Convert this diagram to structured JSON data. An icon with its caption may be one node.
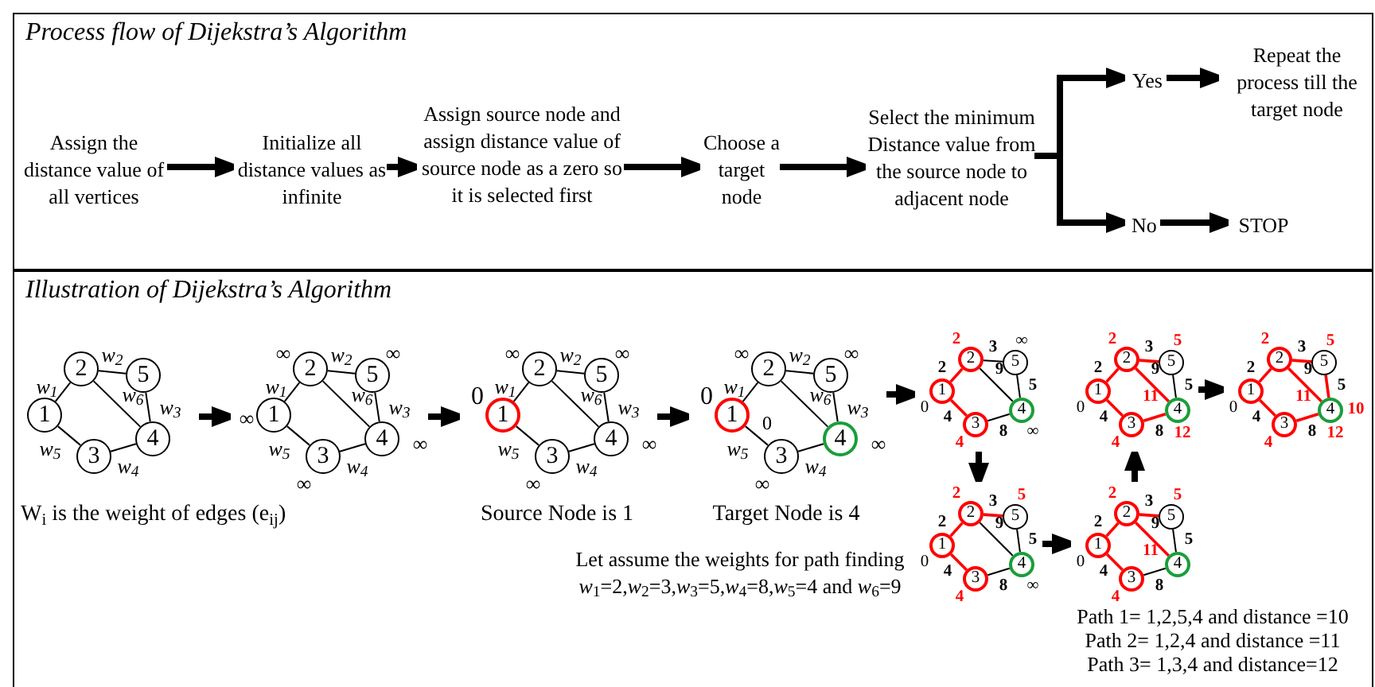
{
  "diagram": {
    "nodes": [
      {
        "text": [
          "Process flow of Dijekstra’s Algorithm"
        ]
      },
      {
        "text": [
          "Assign the distance value of all vertices"
        ],
        "in": 0
      },
      {
        "text": [
          "Initialize all distance values as infinite"
        ],
        "in": 0
      },
      {
        "text": [
          "Assign source node and assign distance value of source node as a zero so it is selected first"
        ],
        "in": 0
      },
      {
        "text": [
          "Choose a target node"
        ],
        "in": 0
      },
      {
        "text": [
          "Select the minimum Distance value from the source node to adjacent node"
        ],
        "in": 0
      },
      {
        "text": [
          "Yes"
        ],
        "in": 0
      },
      {
        "text": [
          "Repeat the process till the target node"
        ],
        "in": 0
      },
      {
        "text": [
          "No"
        ],
        "in": 0
      },
      {
        "text": [
          "STOP"
        ],
        "in": 0
      },
      {
        "text": [
          "Illustration of Dijekstra’s Algorithm"
        ]
      },
      {
        "text": [],
        "shape": "picture",
        "in": 10,
        "beside": [
          "W$_{i}$ is the weight of edges (e$_{ij}$)"
        ]
      },
      {
        "text": [
          "1"
        ],
        "in": 11
      },
      {
        "text": [
          "2"
        ],
        "in": 11
      },
      {
        "text": [
          "3"
        ],
        "in": 11
      },
      {
        "text": [
          "4"
        ],
        "in": 11
      },
      {
        "text": [
          "5"
        ],
        "in": 11
      },
      {
        "text": [],
        "shape": "picture",
        "in": 10
      },
      {
        "text": [
          "1"
        ],
        "in": 17,
        "beside": [
          "∞"
        ]
      },
      {
        "text": [
          "2"
        ],
        "in": 17,
        "beside": [
          "∞"
        ]
      },
      {
        "text": [
          "3"
        ],
        "in": 17,
        "beside": [
          "∞"
        ]
      },
      {
        "text": [
          "4"
        ],
        "in": 17,
        "beside": [
          "∞"
        ]
      },
      {
        "text": [
          "5"
        ],
        "in": 17,
        "beside": [
          "∞"
        ]
      },
      {
        "text": [],
        "shape": "picture",
        "in": 10,
        "beside": [
          "Source Node is 1"
        ]
      },
      {
        "text": [
          "1"
        ],
        "in": 23,
        "beside": [
          "0"
        ]
      },
      {
        "text": [
          "2"
        ],
        "in": 23,
        "beside": [
          "∞"
        ]
      },
      {
        "text": [
          "3"
        ],
        "in": 23,
        "beside": [
          "∞"
        ]
      },
      {
        "text": [
          "4"
        ],
        "in": 23,
        "beside": [
          "∞"
        ]
      },
      {
        "text": [
          "5"
        ],
        "in": 23,
        "beside": [
          "∞"
        ]
      },
      {
        "text": [],
        "shape": "picture",
        "in": 10,
        "beside": [
          "Target Node is 4"
        ]
      },
      {
        "text": [
          "1"
        ],
        "in": 29,
        "beside": [
          "0",
          "0"
        ]
      },
      {
        "text": [
          "2"
        ],
        "in": 29,
        "beside": [
          "∞"
        ]
      },
      {
        "text": [
          "3"
        ],
        "in": 29,
        "beside": [
          "∞"
        ]
      },
      {
        "text": [
          "4"
        ],
        "in": 29,
        "beside": [
          "∞"
        ]
      },
      {
        "text": [
          "5"
        ],
        "in": 29,
        "beside": [
          "∞"
        ]
      },
      {
        "text": [],
        "shape": "picture",
        "in": 10
      },
      {
        "text": [
          "1"
        ],
        "in": 35,
        "beside": [
          "0"
        ]
      },
      {
        "text": [
          "2"
        ],
        "in": 35,
        "beside": [
          "2"
        ]
      },
      {
        "text": [
          "3"
        ],
        "in": 35,
        "beside": [
          "4"
        ]
      },
      {
        "text": [
          "4"
        ],
        "in": 35,
        "beside": [
          "∞"
        ]
      },
      {
        "text": [
          "5"
        ],
        "in": 35,
        "beside": [
          "∞"
        ]
      },
      {
        "text": [],
        "shape": "picture",
        "in": 10
      },
      {
        "text": [
          "1"
        ],
        "in": 41,
        "beside": [
          "0"
        ]
      },
      {
        "text": [
          "2"
        ],
        "in": 41,
        "beside": [
          "2"
        ]
      },
      {
        "text": [
          "3"
        ],
        "in": 41,
        "beside": [
          "4"
        ]
      },
      {
        "text": [
          "4"
        ],
        "in": 41,
        "beside": [
          "11",
          "12"
        ]
      },
      {
        "text": [
          "5"
        ],
        "in": 41,
        "beside": [
          "5"
        ]
      },
      {
        "text": [],
        "shape": "picture",
        "in": 10
      },
      {
        "text": [
          "1"
        ],
        "in": 47,
        "beside": [
          "0"
        ]
      },
      {
        "text": [
          "2"
        ],
        "in": 47,
        "beside": [
          "2"
        ]
      },
      {
        "text": [
          "3"
        ],
        "in": 47,
        "beside": [
          "4"
        ]
      },
      {
        "text": [
          "4"
        ],
        "in": 47,
        "beside": [
          "11",
          "12",
          "10"
        ]
      },
      {
        "text": [
          "5"
        ],
        "in": 47,
        "beside": [
          "5"
        ]
      },
      {
        "text": [],
        "shape": "picture",
        "in": 10
      },
      {
        "text": [
          "1"
        ],
        "in": 53,
        "beside": [
          "0"
        ]
      },
      {
        "text": [
          "2"
        ],
        "in": 53,
        "beside": [
          "2"
        ]
      },
      {
        "text": [
          "3"
        ],
        "in": 53,
        "beside": [
          "4"
        ]
      },
      {
        "text": [
          "4"
        ],
        "in": 53,
        "beside": [
          "∞"
        ]
      },
      {
        "text": [
          "5"
        ],
        "in": 53,
        "beside": [
          "5"
        ]
      },
      {
        "text": [],
        "shape": "picture",
        "in": 10
      },
      {
        "text": [
          "1"
        ],
        "in": 59,
        "beside": [
          "0"
        ]
      },
      {
        "text": [
          "2"
        ],
        "in": 59,
        "beside": [
          "2"
        ]
      },
      {
        "text": [
          "3"
        ],
        "in": 59,
        "beside": [
          "4"
        ]
      },
      {
        "text": [
          "4"
        ],
        "in": 59,
        "beside": [
          "11"
        ]
      },
      {
        "text": [
          "5"
        ],
        "in": 59,
        "beside": [
          "5"
        ]
      }
    ],
    "edges": [
      {
        "from": 1,
        "to": 2,
        "arrow": "to",
        "style": "thick"
      },
      {
        "from": 2,
        "to": 3,
        "arrow": "to",
        "style": "thick"
      },
      {
        "from": 3,
        "to": 4,
        "arrow": "to",
        "style": "thick"
      },
      {
        "from": 4,
        "to": 5,
        "arrow": "to",
        "style": "thick"
      },
      {
        "from": 5,
        "to": 6,
        "arrow": "to",
        "style": "thick"
      },
      {
        "from": 6,
        "to": 7,
        "arrow": "to",
        "style": "thick"
      },
      {
        "from": 5,
        "to": 8,
        "arrow": "to",
        "style": "thick"
      },
      {
        "from": 8,
        "to": 9,
        "arrow": "to",
        "style": "thick"
      },
      {
        "from": 12,
        "to": 13,
        "arrow": "none",
        "label": "w$_{1}$"
      },
      {
        "from": 13,
        "to": 16,
        "arrow": "none",
        "label": "w$_{2}$"
      },
      {
        "from": 16,
        "to": 15,
        "arrow": "none",
        "label": "w$_{3}$"
      },
      {
        "from": 15,
        "to": 14,
        "arrow": "none",
        "label": "w$_{4}$"
      },
      {
        "from": 14,
        "to": 12,
        "arrow": "none",
        "label": "w$_{5}$"
      },
      {
        "from": 13,
        "to": 15,
        "arrow": "none",
        "label": "w$_{6}$"
      },
      {
        "from": 18,
        "to": 19,
        "arrow": "none",
        "label": "w$_{1}$"
      },
      {
        "from": 19,
        "to": 22,
        "arrow": "none",
        "label": "w$_{2}$"
      },
      {
        "from": 22,
        "to": 21,
        "arrow": "none",
        "label": "w$_{3}$"
      },
      {
        "from": 21,
        "to": 20,
        "arrow": "none",
        "label": "w$_{4}$"
      },
      {
        "from": 20,
        "to": 18,
        "arrow": "none",
        "label": "w$_{5}$"
      },
      {
        "from": 19,
        "to": 21,
        "arrow": "none",
        "label": "w$_{6}$"
      },
      {
        "from": 24,
        "to": 25,
        "arrow": "none",
        "label": "w$_{1}$"
      },
      {
        "from": 25,
        "to": 28,
        "arrow": "none",
        "label": "w$_{2}$"
      },
      {
        "from": 28,
        "to": 27,
        "arrow": "none",
        "label": "w$_{3}$"
      },
      {
        "from": 27,
        "to": 26,
        "arrow": "none",
        "label": "w$_{4}$"
      },
      {
        "from": 26,
        "to": 24,
        "arrow": "none",
        "label": "w$_{5}$"
      },
      {
        "from": 25,
        "to": 27,
        "arrow": "none",
        "label": "w$_{6}$"
      },
      {
        "from": 30,
        "to": 31,
        "arrow": "none",
        "label": "w$_{1}$"
      },
      {
        "from": 31,
        "to": 34,
        "arrow": "none",
        "label": "w$_{2}$"
      },
      {
        "from": 34,
        "to": 33,
        "arrow": "none",
        "label": "w$_{3}$"
      },
      {
        "from": 33,
        "to": 32,
        "arrow": "none",
        "label": "w$_{4}$"
      },
      {
        "from": 32,
        "to": 30,
        "arrow": "none",
        "label": "w$_{5}$"
      },
      {
        "from": 31,
        "to": 33,
        "arrow": "none",
        "label": "w$_{6}$"
      },
      {
        "from": 36,
        "to": 37,
        "arrow": "none",
        "label": "2",
        "color": "#ff0000"
      },
      {
        "from": 37,
        "to": 40,
        "arrow": "none",
        "label": "3"
      },
      {
        "from": 40,
        "to": 39,
        "arrow": "none",
        "label": "5"
      },
      {
        "from": 39,
        "to": 38,
        "arrow": "none",
        "label": "8"
      },
      {
        "from": 38,
        "to": 36,
        "arrow": "none",
        "label": "4",
        "color": "#ff0000"
      },
      {
        "from": 37,
        "to": 39,
        "arrow": "none",
        "label": "9"
      },
      {
        "from": 42,
        "to": 43,
        "arrow": "none",
        "label": "2",
        "color": "#ff0000"
      },
      {
        "from": 43,
        "to": 46,
        "arrow": "none",
        "label": "3",
        "color": "#ff0000"
      },
      {
        "from": 46,
        "to": 45,
        "arrow": "none",
        "label": "5"
      },
      {
        "from": 45,
        "to": 44,
        "arrow": "none",
        "label": "8",
        "color": "#ff0000"
      },
      {
        "from": 44,
        "to": 42,
        "arrow": "none",
        "label": "4",
        "color": "#ff0000"
      },
      {
        "from": 43,
        "to": 45,
        "arrow": "none",
        "label": "9",
        "color": "#ff0000"
      },
      {
        "from": 48,
        "to": 49,
        "arrow": "none",
        "label": "2",
        "color": "#ff0000"
      },
      {
        "from": 49,
        "to": 52,
        "arrow": "none",
        "label": "3",
        "color": "#ff0000"
      },
      {
        "from": 52,
        "to": 51,
        "arrow": "none",
        "label": "5",
        "color": "#ff0000"
      },
      {
        "from": 51,
        "to": 50,
        "arrow": "none",
        "label": "8",
        "color": "#ff0000"
      },
      {
        "from": 50,
        "to": 48,
        "arrow": "none",
        "label": "4",
        "color": "#ff0000"
      },
      {
        "from": 49,
        "to": 51,
        "arrow": "none",
        "label": "9",
        "color": "#ff0000"
      },
      {
        "from": 54,
        "to": 55,
        "arrow": "none",
        "label": "2",
        "color": "#ff0000"
      },
      {
        "from": 55,
        "to": 58,
        "arrow": "none",
        "label": "3",
        "color": "#ff0000"
      },
      {
        "from": 58,
        "to": 57,
        "arrow": "none",
        "label": "5"
      },
      {
        "from": 57,
        "to": 56,
        "arrow": "none",
        "label": "8"
      },
      {
        "from": 56,
        "to": 54,
        "arrow": "none",
        "label": "4",
        "color": "#ff0000"
      },
      {
        "from": 55,
        "to": 57,
        "arrow": "none",
        "label": "9"
      },
      {
        "from": 60,
        "to": 61,
        "arrow": "none",
        "label": "2",
        "color": "#ff0000"
      },
      {
        "from": 61,
        "to": 64,
        "arrow": "none",
        "label": "3",
        "color": "#ff0000"
      },
      {
        "from": 64,
        "to": 63,
        "arrow": "none",
        "label": "5"
      },
      {
        "from": 63,
        "to": 62,
        "arrow": "none",
        "label": "8"
      },
      {
        "from": 62,
        "to": 60,
        "arrow": "none",
        "label": "4",
        "color": "#ff0000"
      },
      {
        "from": 61,
        "to": 63,
        "arrow": "none",
        "label": "9",
        "color": "#ff0000"
      },
      {
        "from": 11,
        "to": 17,
        "arrow": "to",
        "style": "thick"
      },
      {
        "from": 17,
        "to": 23,
        "arrow": "to",
        "style": "thick"
      },
      {
        "from": 23,
        "to": 29,
        "arrow": "to",
        "style": "thick"
      },
      {
        "from": 29,
        "to": 35,
        "arrow": "to",
        "style": "thick"
      },
      {
        "from": 35,
        "to": 53,
        "arrow": "to",
        "style": "thick"
      },
      {
        "from": 53,
        "to": 59,
        "arrow": "to",
        "style": "thick"
      },
      {
        "from": 59,
        "to": 41,
        "arrow": "to",
        "style": "thick"
      },
      {
        "from": 41,
        "to": 47,
        "arrow": "to",
        "style": "thick"
      }
    ],
    "labels": [
      "Let assume the weights for path finding",
      "*w*$_{1}$=2,*w*$_{2}$=3,*w*$_{3}$=5,*w*$_{4}$=8,*w*$_{5}$=4 and *w*$_{6}$=9",
      "Path 1= 1,2,5,4 and distance =10",
      "Path 2= 1,2,4 and distance =11",
      "Path 3= 1,3,4 and distance=12"
    ]
  }
}
